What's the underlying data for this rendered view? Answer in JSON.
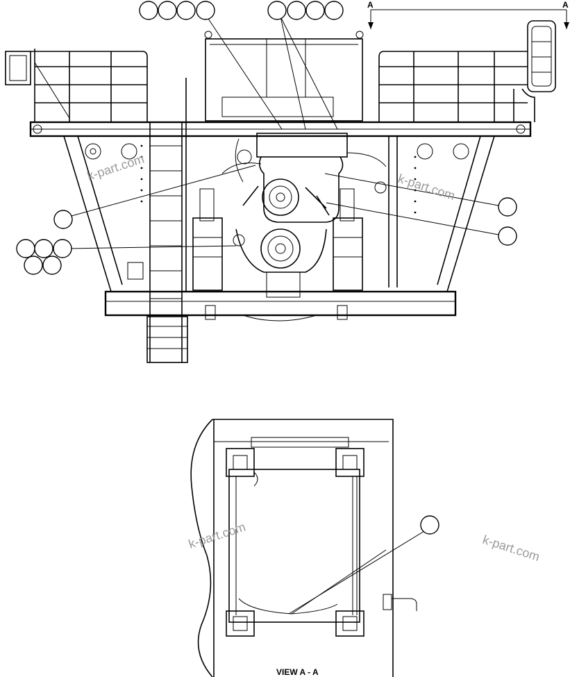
{
  "section_markers": {
    "left": "A",
    "right": "A"
  },
  "view_caption": "VIEW A - A",
  "watermarks": [
    "k-part.com",
    "k-part.com",
    "k-part.com",
    "k-part.com"
  ],
  "callout_groups": [
    {
      "id": "top-left-group",
      "count": 4
    },
    {
      "id": "top-center-group",
      "count": 4
    },
    {
      "id": "left-mid",
      "count": 1
    },
    {
      "id": "left-lower-group",
      "count": 5
    },
    {
      "id": "right-upper",
      "count": 1
    },
    {
      "id": "right-lower",
      "count": 1
    },
    {
      "id": "view-aa",
      "count": 1
    }
  ]
}
